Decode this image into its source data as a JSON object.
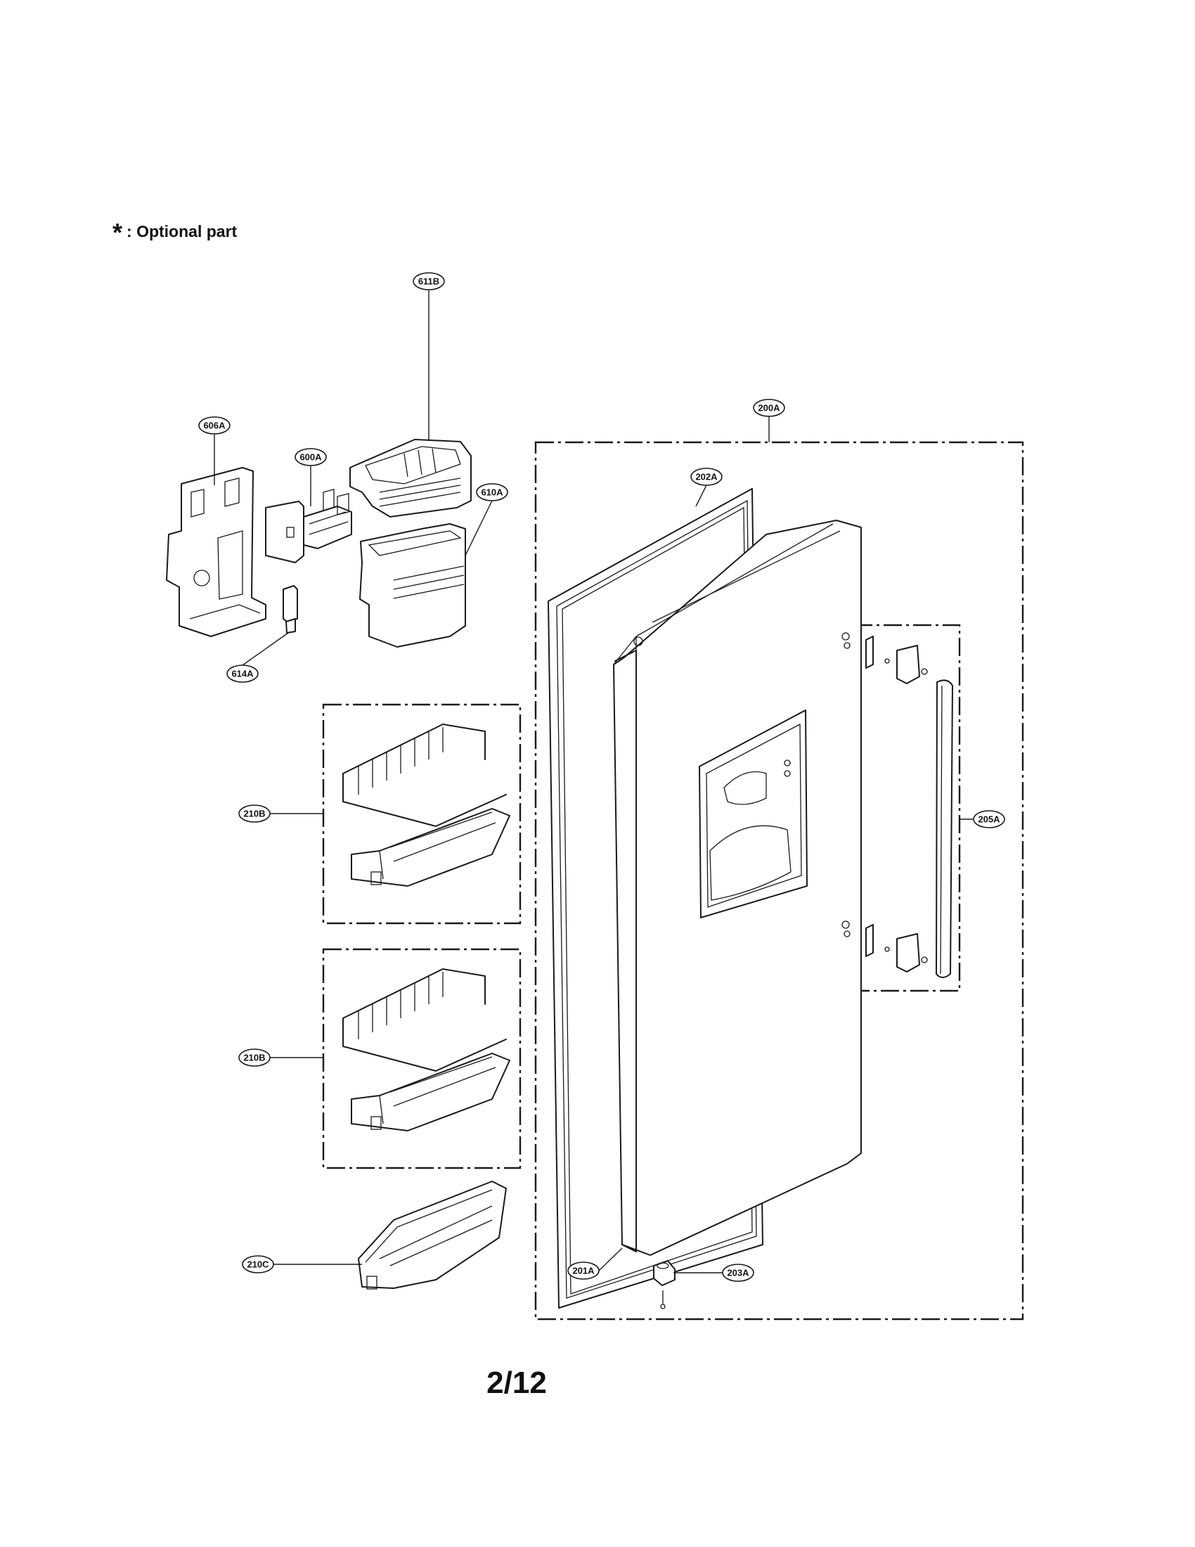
{
  "note": {
    "star": "*",
    "text": ": Optional part"
  },
  "page_number": "2/12",
  "callouts": {
    "p611B": "611B",
    "p606A": "606A",
    "p600A": "600A",
    "p610A": "610A",
    "p614A": "614A",
    "p200A": "200A",
    "p202A": "202A",
    "p205A": "205A",
    "p210B_top": "210B",
    "p210B_bottom": "210B",
    "p210C": "210C",
    "p201A": "201A",
    "p203A": "203A"
  }
}
